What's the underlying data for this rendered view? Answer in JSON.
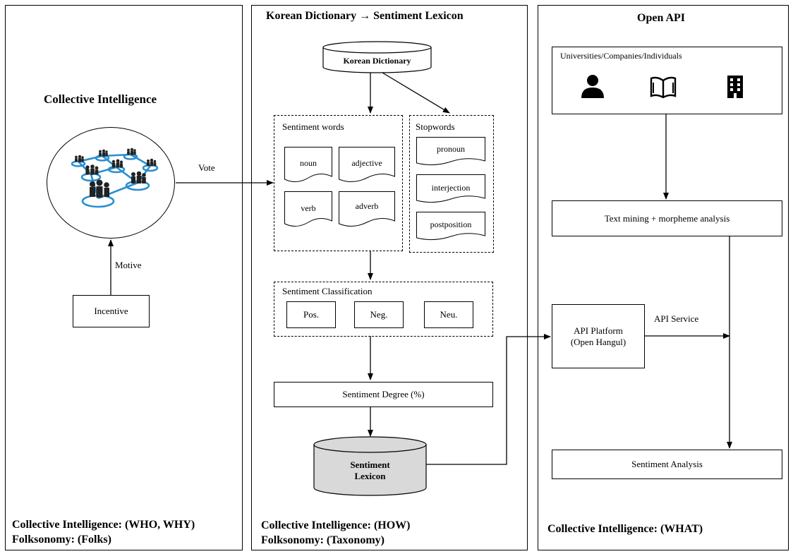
{
  "left_panel": {
    "heading": "Collective Intelligence",
    "vote_label": "Vote",
    "motive_label": "Motive",
    "incentive": "Incentive",
    "footer_line1": "Collective Intelligence: (WHO, WHY)",
    "footer_line2": "Folksonomy: (Folks)"
  },
  "middle_panel": {
    "title": "Korean Dictionary → Sentiment Lexicon",
    "dictionary": "Korean Dictionary",
    "sentiment_words": {
      "label": "Sentiment words",
      "items": [
        "noun",
        "adjective",
        "verb",
        "adverb"
      ]
    },
    "stopwords": {
      "label": "Stopwords",
      "items": [
        "pronoun",
        "interjection",
        "postposition"
      ]
    },
    "classification": {
      "label": "Sentiment Classification",
      "items": [
        "Pos.",
        "Neg.",
        "Neu."
      ]
    },
    "degree": "Sentiment Degree (%)",
    "lexicon_line1": "Sentiment",
    "lexicon_line2": "Lexicon",
    "footer_line1": "Collective Intelligence: (HOW)",
    "footer_line2": "Folksonomy: (Taxonomy)"
  },
  "right_panel": {
    "title": "Open API",
    "users_label": "Universities/Companies/Individuals",
    "user_icons": [
      "person-icon",
      "book-icon",
      "building-icon"
    ],
    "text_mining": "Text mining + morpheme analysis",
    "api_platform_line1": "API Platform",
    "api_platform_line2": "(Open Hangul)",
    "api_service": "API Service",
    "sentiment_analysis": "Sentiment Analysis",
    "footer": "Collective Intelligence: (WHAT)"
  }
}
